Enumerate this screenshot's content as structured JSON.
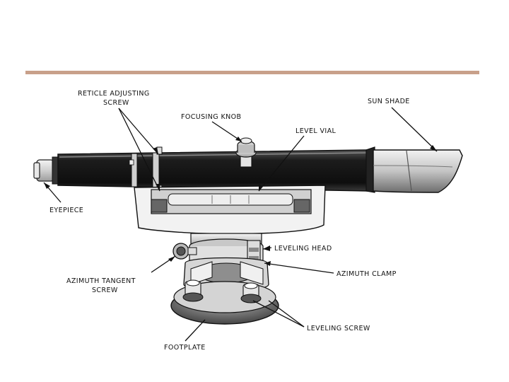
{
  "colors": {
    "rule": "#c8a08a",
    "ink": "#111111",
    "tube": "#1a1a1a",
    "metal": "#d8d8d8"
  },
  "labels": {
    "reticle_line1": "RETICLE ADJUSTING",
    "reticle_line2": "SCREW",
    "focusing_knob": "FOCUSING KNOB",
    "level_vial": "LEVEL VIAL",
    "sun_shade": "SUN SHADE",
    "eyepiece": "EYEPIECE",
    "leveling_head": "LEVELING HEAD",
    "azimuth_clamp": "AZIMUTH CLAMP",
    "azimuth_tangent_line1": "AZIMUTH TANGENT",
    "azimuth_tangent_line2": "SCREW",
    "leveling_screw": "LEVELING SCREW",
    "footplate": "FOOTPLATE"
  }
}
